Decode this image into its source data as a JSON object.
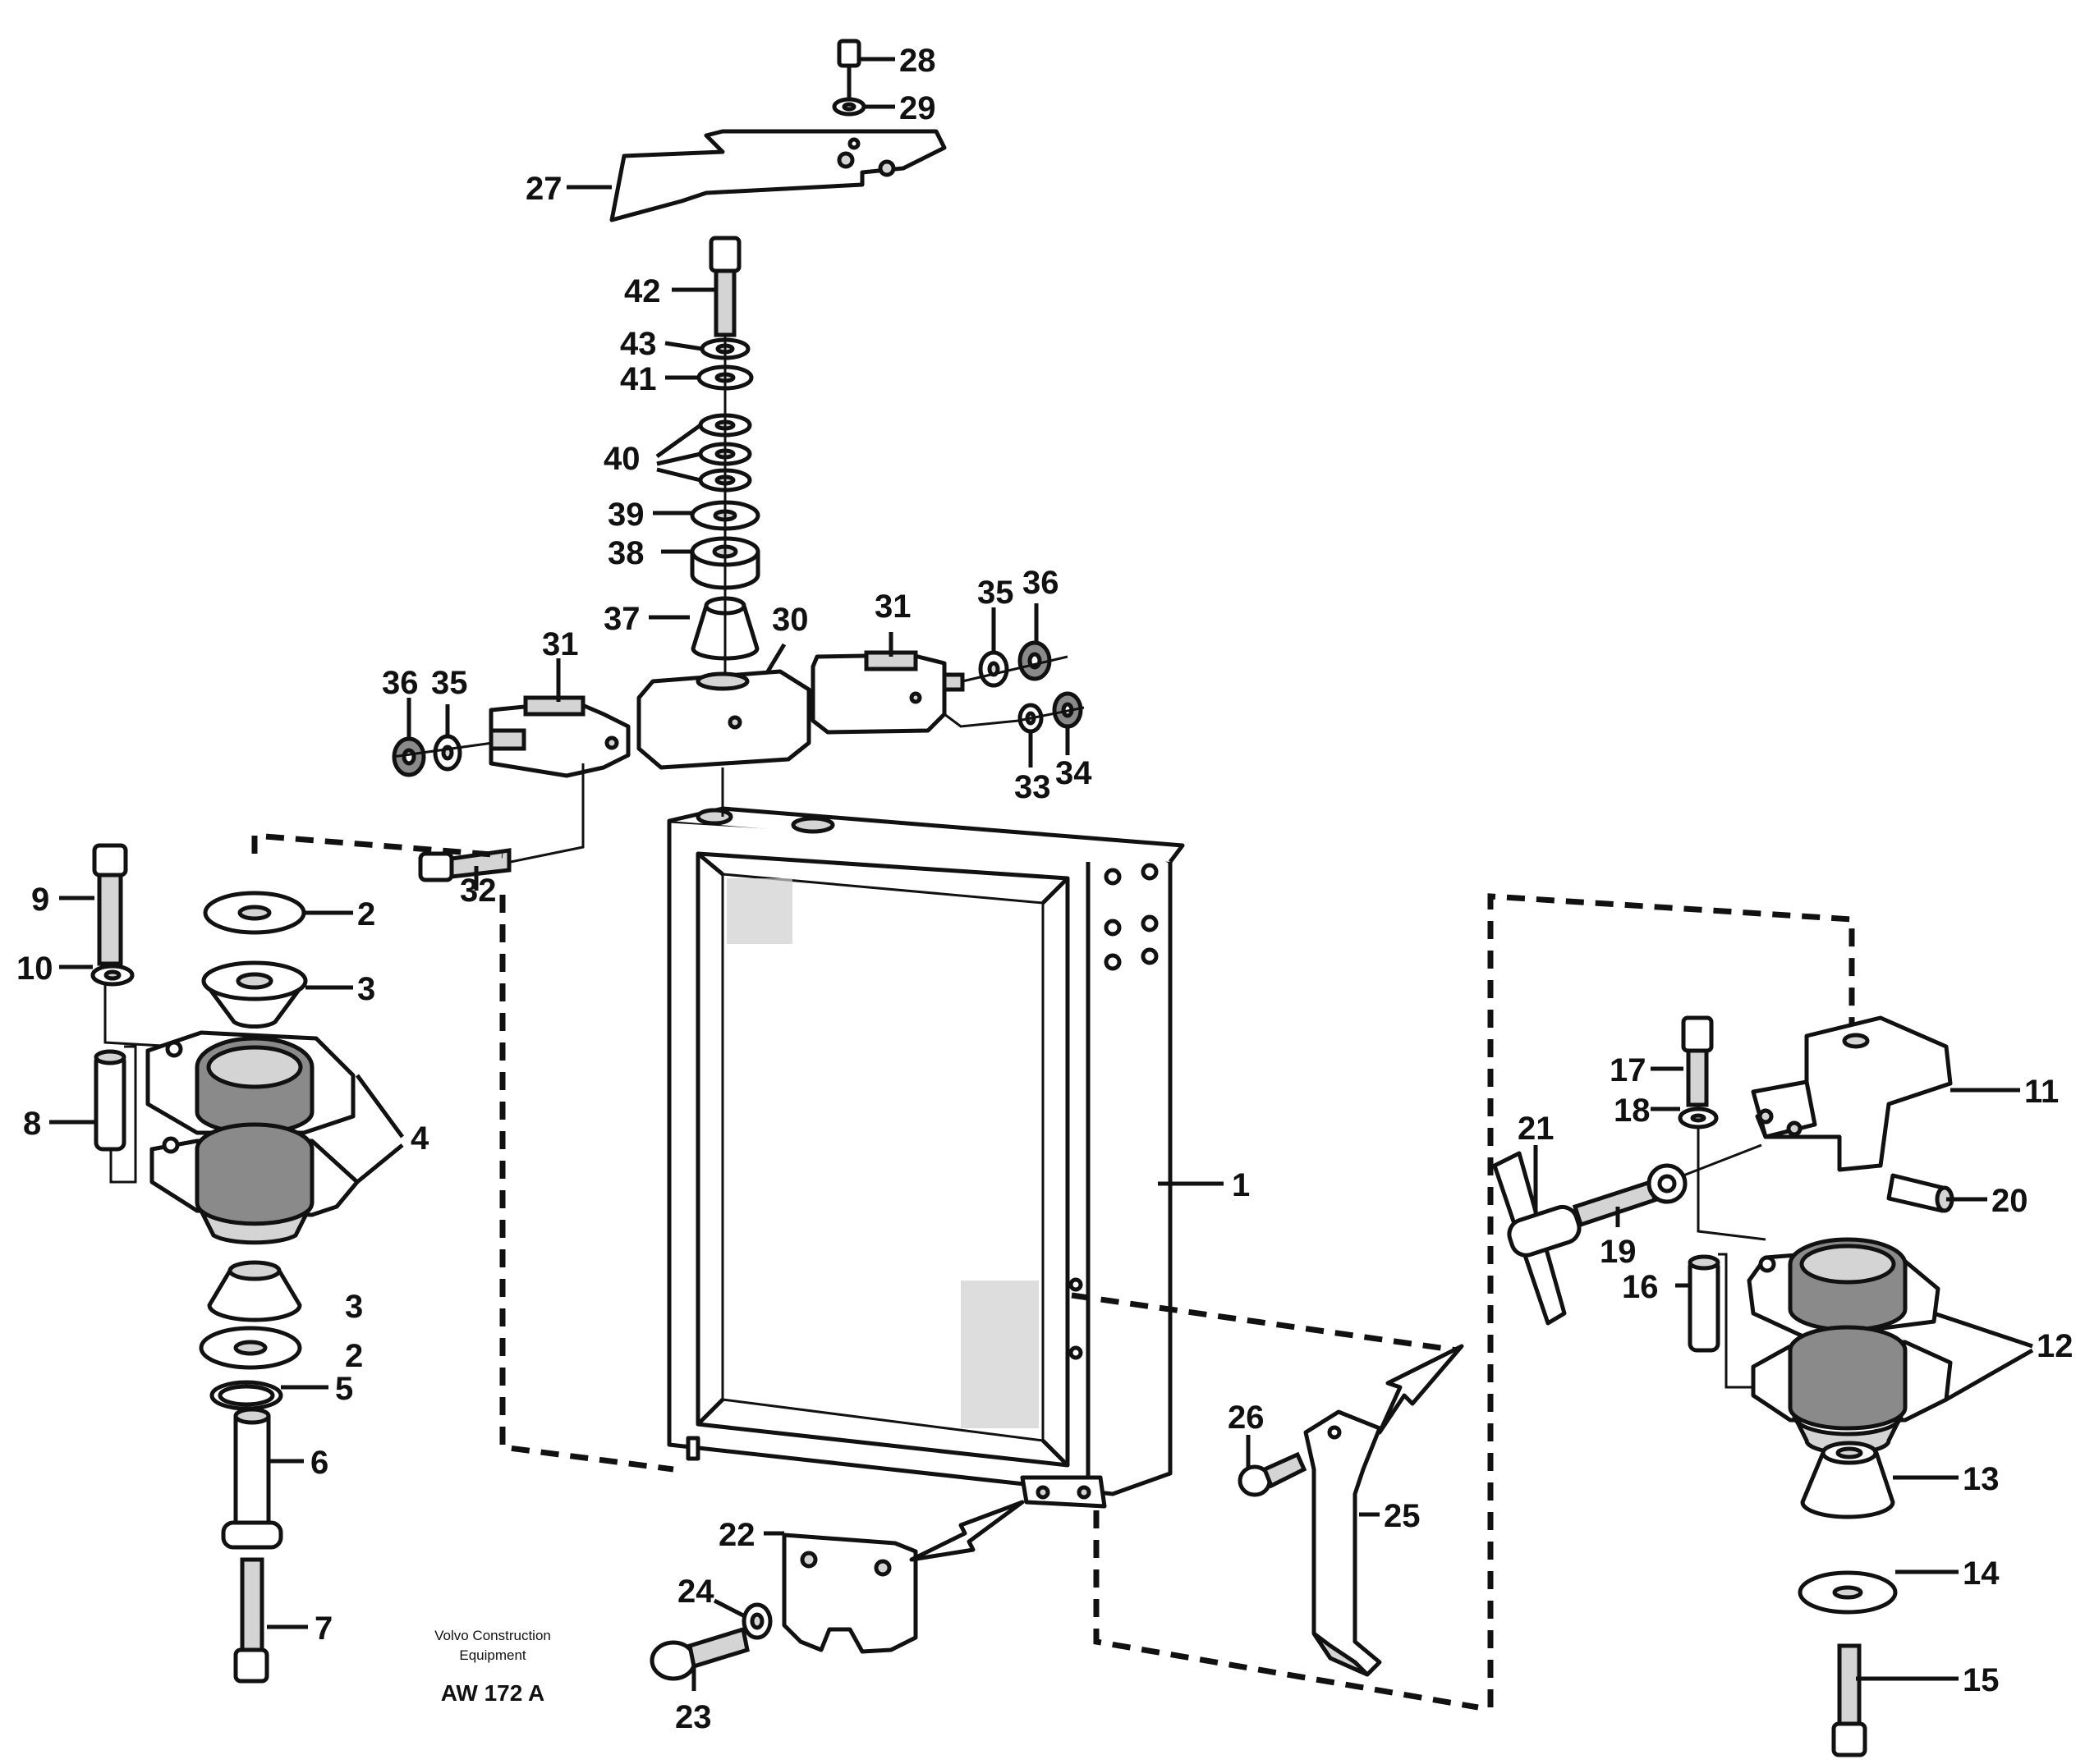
{
  "callouts": {
    "c1": "1",
    "c2a": "2",
    "c2b": "2",
    "c3a": "3",
    "c3b": "3",
    "c4": "4",
    "c5": "5",
    "c6": "6",
    "c7": "7",
    "c8": "8",
    "c9": "9",
    "c10": "10",
    "c11": "11",
    "c12": "12",
    "c13": "13",
    "c14": "14",
    "c15": "15",
    "c16": "16",
    "c17": "17",
    "c18": "18",
    "c19": "19",
    "c20": "20",
    "c21": "21",
    "c22": "22",
    "c23": "23",
    "c24": "24",
    "c25": "25",
    "c26": "26",
    "c27": "27",
    "c28": "28",
    "c29": "29",
    "c30": "30",
    "c31a": "31",
    "c31b": "31",
    "c32": "32",
    "c33": "33",
    "c34": "34",
    "c35a": "35",
    "c35b": "35",
    "c36a": "36",
    "c36b": "36",
    "c37": "37",
    "c38": "38",
    "c39": "39",
    "c40": "40",
    "c41": "41",
    "c42": "42",
    "c43": "43"
  },
  "caption": {
    "line1": "Volvo Construction",
    "line2": "Equipment",
    "code": "AW 172 A"
  }
}
